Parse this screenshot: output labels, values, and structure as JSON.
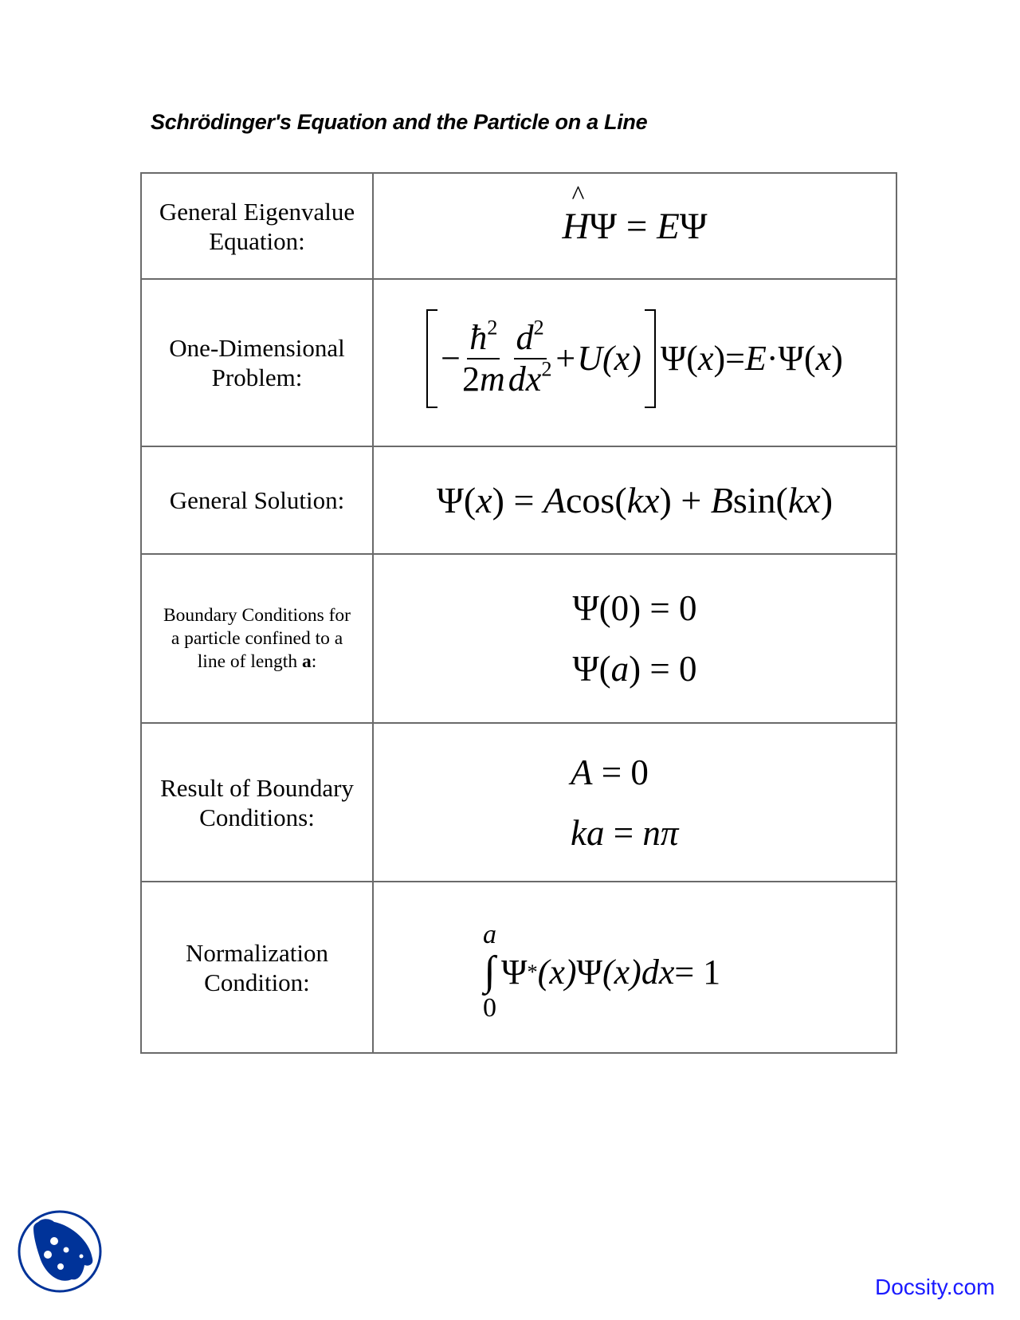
{
  "document": {
    "title": "Schrödinger's Equation and the Particle on a Line"
  },
  "table": {
    "rows": [
      {
        "label_lines": [
          "General Eigenvalue",
          "Equation:"
        ],
        "equation": {
          "H": "H",
          "psi": "Ψ",
          "eq": " = ",
          "E": "E",
          "psi2": "Ψ"
        },
        "equation_text": "ĤΨ = EΨ"
      },
      {
        "label_lines": [
          "One-Dimensional",
          "Problem:"
        ],
        "equation": {
          "minus": "−",
          "hbar": "ħ",
          "sq": "2",
          "two_m_2": "2",
          "two_m_m": "m",
          "d": "d",
          "d_sq": "2",
          "dx": "dx",
          "dx_sq": "2",
          "plus_U": "+U",
          "x_arg": "(x)",
          "psi": "Ψ(",
          "x": "x",
          "close": ")",
          "eq": "=",
          "E": "E",
          "dot": "·",
          "psi2": "Ψ(",
          "x2": "x",
          "close2": ")"
        },
        "equation_text": "[−(ħ²/2m)(d²/dx²) + U(x)] Ψ(x) = E·Ψ(x)"
      },
      {
        "label_lines": [
          "General Solution:"
        ],
        "equation": {
          "psi": "Ψ(",
          "x": "x",
          "p1": ") = ",
          "A": "A",
          "cos": "cos(",
          "kx": "kx",
          "p2": ") + ",
          "B": "B",
          "sin": "sin(",
          "kx2": "kx",
          "p3": ")"
        },
        "equation_text": "Ψ(x) = A cos(kx) + B sin(kx)"
      },
      {
        "label_lines": [
          "Boundary Conditions for",
          "a particle confined to a",
          "line of length "
        ],
        "label_bold": "a",
        "label_suffix": ":",
        "equations": [
          {
            "pre": "Ψ(0) = 0"
          },
          {
            "pre": "Ψ(",
            "var": "a",
            "post": ") = 0"
          }
        ]
      },
      {
        "label_lines": [
          "Result of Boundary",
          "Conditions:"
        ],
        "equations": [
          {
            "var": "A",
            "post": " = 0"
          },
          {
            "var": "ka",
            "mid": " = ",
            "var2": "nπ"
          }
        ]
      },
      {
        "label_lines": [
          "Normalization",
          "Condition:"
        ],
        "equation": {
          "upper": "a",
          "int": "∫",
          "lower": "0",
          "psi": "Ψ",
          "star": "*",
          "x1": "(x)",
          "psi2": "Ψ",
          "x2": "(x)",
          "dx": "dx",
          "eq": " = 1"
        },
        "equation_text": "∫₀ᵃ Ψ*(x)Ψ(x)dx = 1"
      }
    ]
  },
  "footer": {
    "watermark": "Docsity.com",
    "logo_icon": "docsity-logo-icon",
    "brand_color": "#003399",
    "link_color": "#1a1aff"
  }
}
